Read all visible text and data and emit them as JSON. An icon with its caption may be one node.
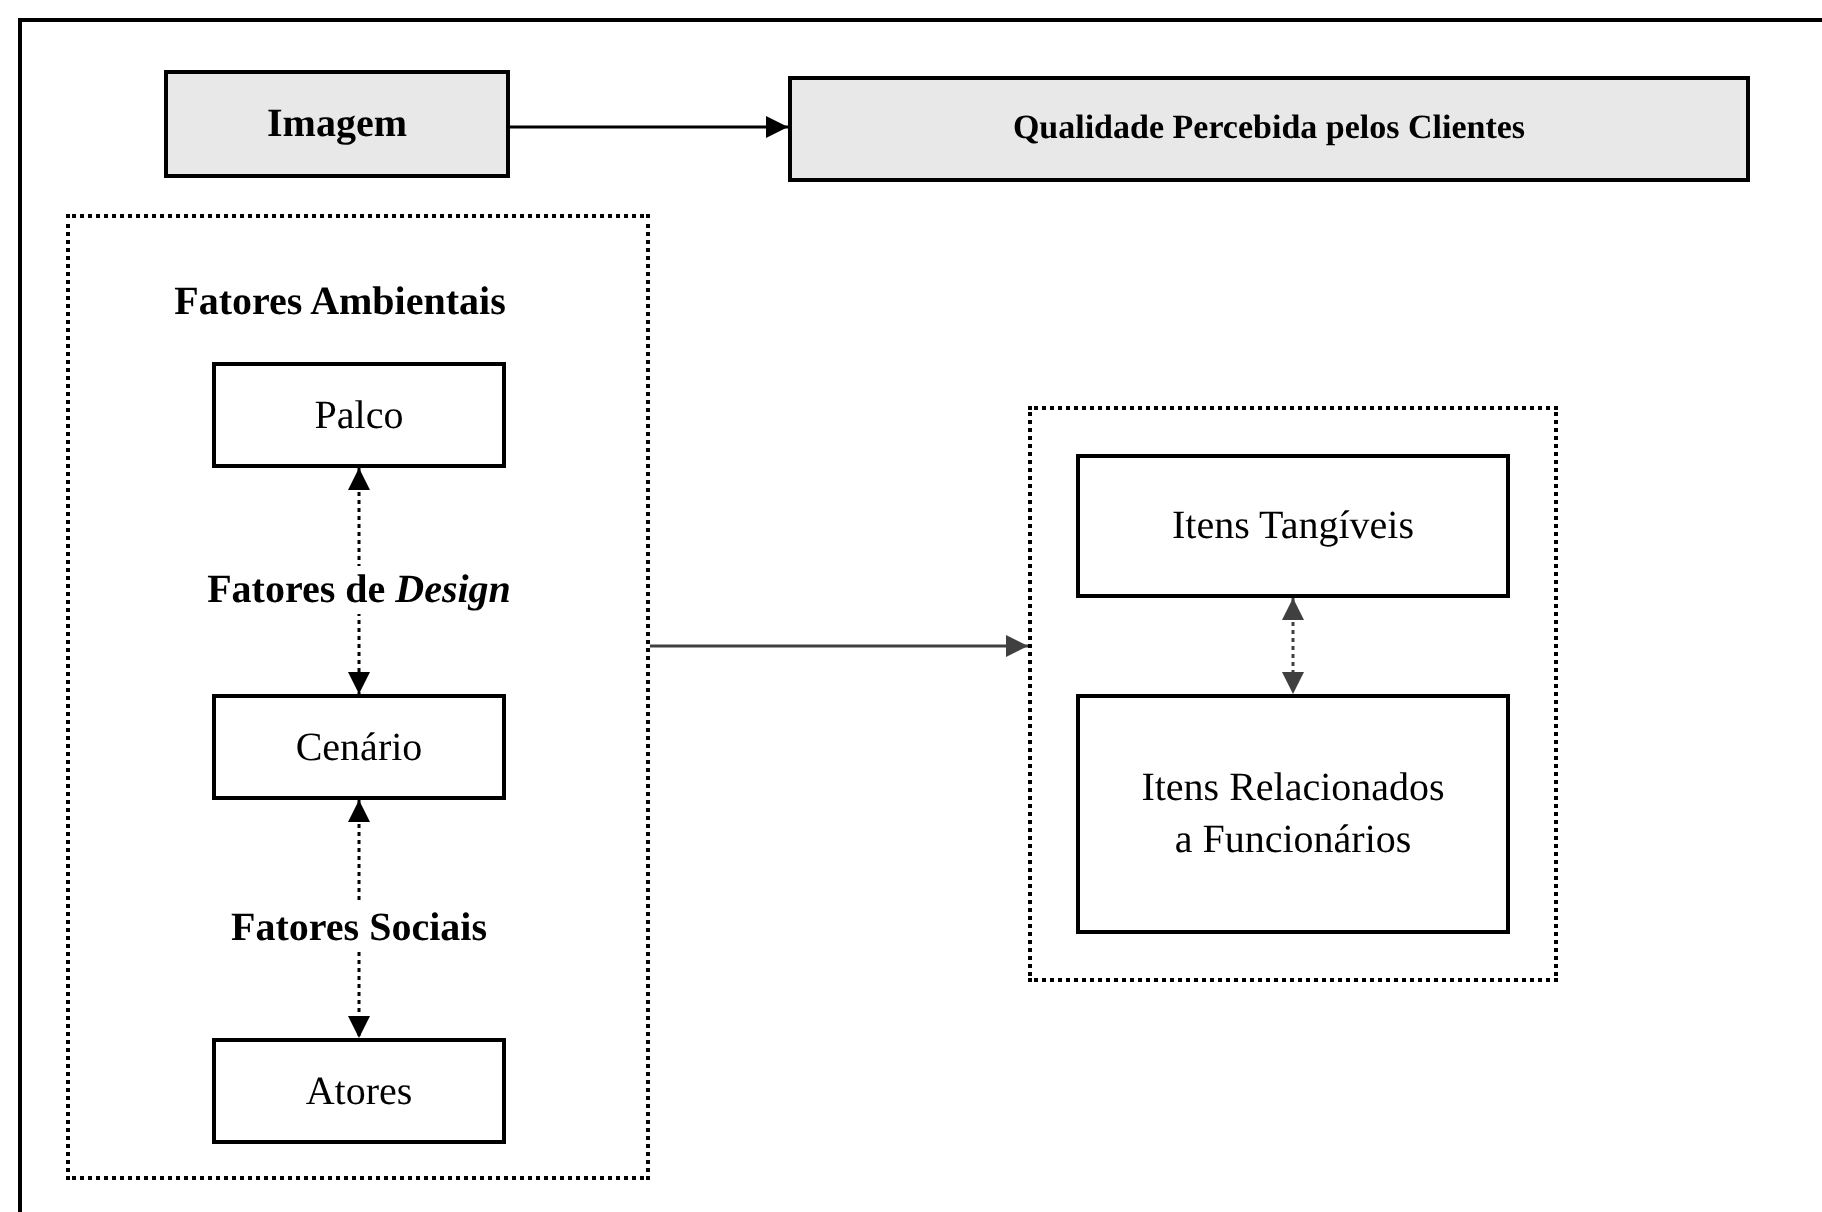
{
  "diagram": {
    "nodes": [
      {
        "text": [
          "Imagem"
        ]
      },
      {
        "text": [
          "Qualidade Percebida pelos Clientes"
        ]
      },
      {
        "text": [],
        "shape": "box"
      },
      {
        "text": [
          "Palco"
        ],
        "in": 2
      },
      {
        "text": [
          "Cenário"
        ],
        "in": 2
      },
      {
        "text": [
          "Atores"
        ],
        "in": 2
      },
      {
        "text": [],
        "shape": "box"
      },
      {
        "text": [
          "Itens Tangíveis"
        ],
        "in": 6
      },
      {
        "text": [
          "Itens Relacionados a Funcionários"
        ],
        "in": 6
      }
    ],
    "edges": [
      {
        "from": 0,
        "to": 1,
        "arrow": "to"
      },
      {
        "from": 3,
        "to": 4,
        "arrow": "both",
        "style": "dashed",
        "label": "Fatores de *Design*"
      },
      {
        "from": 4,
        "to": 5,
        "arrow": "both",
        "style": "dashed",
        "label": "Fatores Sociais"
      },
      {
        "from": 2,
        "to": 6,
        "arrow": "to",
        "color": "#404040"
      },
      {
        "from": 7,
        "to": 8,
        "arrow": "both",
        "style": "dashed",
        "color": "#404040"
      }
    ],
    "labels": [
      "Fatores Ambientais"
    ]
  }
}
